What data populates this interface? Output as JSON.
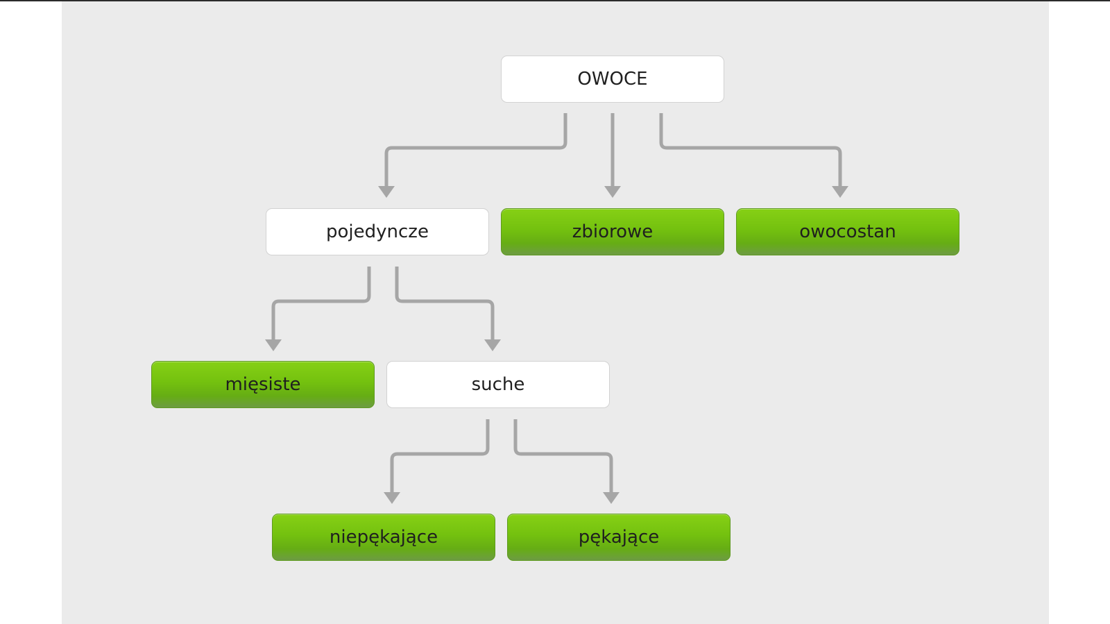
{
  "diagram": {
    "root": {
      "label": "OWOCE"
    },
    "level1": {
      "single": {
        "label": "pojedyncze"
      },
      "aggregate": {
        "label": "zbiorowe"
      },
      "multiple": {
        "label": "owocostan"
      }
    },
    "level2": {
      "fleshy": {
        "label": "mięsiste"
      },
      "dry": {
        "label": "suche"
      }
    },
    "level3": {
      "indehiscent": {
        "label": "niepękające"
      },
      "dehiscent": {
        "label": "pękające"
      }
    },
    "colors": {
      "panel": "#ebebeb",
      "answer_green": "#74c10f",
      "connector": "#a6a6a6",
      "question_white": "#ffffff"
    }
  }
}
